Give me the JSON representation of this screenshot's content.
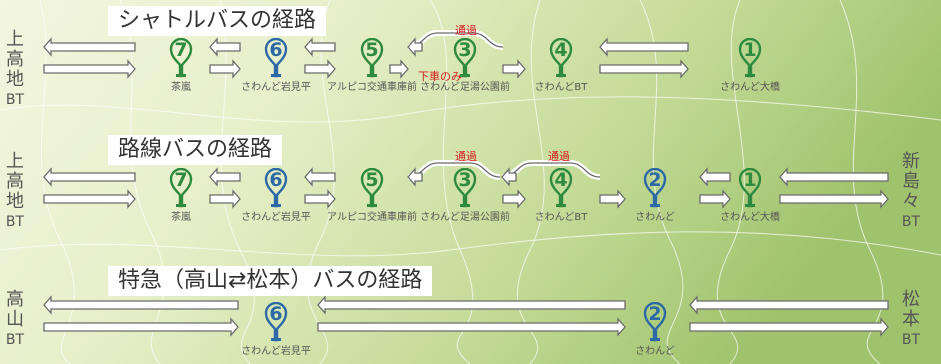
{
  "colors": {
    "bg_light": "#eef3d6",
    "bg_green": "#aecb7c",
    "green": "#2d8a3e",
    "blue": "#2d6aa5",
    "red": "#d31d1d",
    "arrow_stroke": "#6b6b6b"
  },
  "icon": "bus-stop-marker-icon",
  "routes": [
    {
      "title": "シャトルバスの経路",
      "left_terminal": [
        "上",
        "高",
        "地",
        "BT"
      ],
      "stops": [
        {
          "num": "7",
          "name": "茶嵐",
          "color": "green"
        },
        {
          "num": "6",
          "name": "さわんど岩見平",
          "color": "blue"
        },
        {
          "num": "5",
          "name": "アルピコ交通車庫前",
          "color": "green"
        },
        {
          "num": "3",
          "name": "さわんど足湯公園前",
          "color": "green"
        },
        {
          "num": "4",
          "name": "さわんどBT",
          "color": "green"
        },
        {
          "num": "1",
          "name": "さわんど大橋",
          "color": "green"
        }
      ],
      "notes": [
        "通過",
        "下車のみ"
      ]
    },
    {
      "title": "路線バスの経路",
      "left_terminal": [
        "上",
        "高",
        "地",
        "BT"
      ],
      "right_terminal": [
        "新",
        "島",
        "々",
        "BT"
      ],
      "stops": [
        {
          "num": "7",
          "name": "茶嵐",
          "color": "green"
        },
        {
          "num": "6",
          "name": "さわんど岩見平",
          "color": "blue"
        },
        {
          "num": "5",
          "name": "アルピコ交通車庫前",
          "color": "green"
        },
        {
          "num": "3",
          "name": "さわんど足湯公園前",
          "color": "green"
        },
        {
          "num": "4",
          "name": "さわんどBT",
          "color": "green"
        },
        {
          "num": "2",
          "name": "さわんど",
          "color": "blue"
        },
        {
          "num": "1",
          "name": "さわんど大橋",
          "color": "green"
        }
      ],
      "notes": [
        "通過",
        "通過"
      ]
    },
    {
      "title": "特急（高山⇄松本）バスの経路",
      "left_terminal": [
        "高",
        "山",
        "BT"
      ],
      "right_terminal": [
        "松",
        "本",
        "BT"
      ],
      "stops": [
        {
          "num": "6",
          "name": "さわんど岩見平",
          "color": "blue"
        },
        {
          "num": "2",
          "name": "さわんど",
          "color": "blue"
        }
      ]
    }
  ]
}
